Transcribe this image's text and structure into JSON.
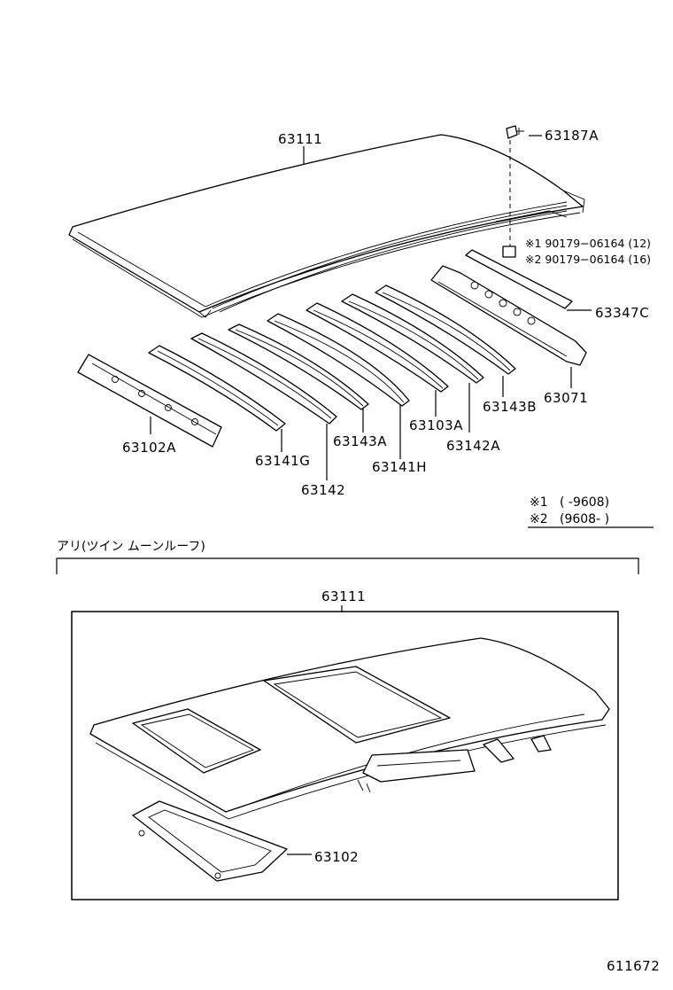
{
  "parts": {
    "roof_panel": "63111",
    "bolt": "63187A",
    "fastener_1": "※1 90179−06164 (12)",
    "fastener_2": "※2 90179−06164 (16)",
    "rear_trim": "63347C",
    "rear_header": "63071",
    "bow_63143B": "63143B",
    "bow_63142A": "63142A",
    "bow_63103A": "63103A",
    "bow_63141H": "63141H",
    "bow_63143A": "63143A",
    "bow_63142": "63142",
    "bow_63141G": "63141G",
    "front_header": "63102A"
  },
  "notes": {
    "note1_mark": "※1",
    "note1_range": "(        -9608)",
    "note2_mark": "※2",
    "note2_range": "(9608-        )"
  },
  "variant": {
    "caption": "アリ(ツイン ムーンルーフ)",
    "roof_panel": "63111",
    "sunroof_frame": "63102"
  },
  "diagram_id": "611672"
}
